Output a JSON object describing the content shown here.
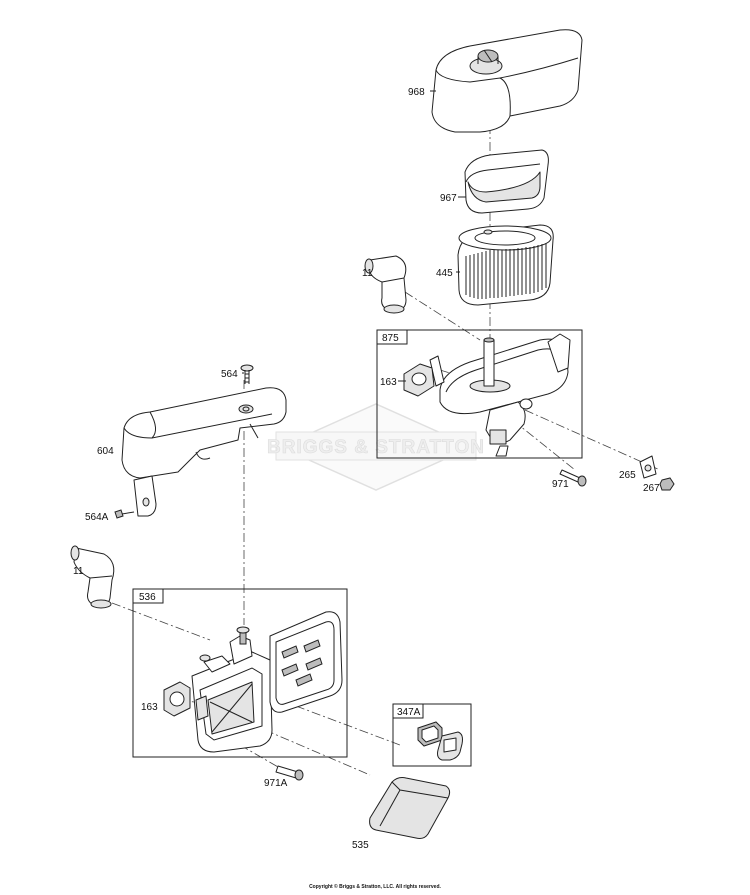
{
  "watermark": {
    "text": "BRIGGS & STRATTON"
  },
  "labels": {
    "p968": "968",
    "p967": "967",
    "p445": "445",
    "p11_top": "11",
    "p875": "875",
    "p163_top": "163",
    "p564": "564",
    "p604": "604",
    "p971": "971",
    "p265": "265",
    "p267": "267",
    "p564A": "564A",
    "p11_bottom": "11",
    "p536": "536",
    "p163_bottom": "163",
    "p347A": "347A",
    "p971A": "971A",
    "p535": "535"
  },
  "copyright": "Copyright © Briggs & Stratton, LLC. All rights reserved."
}
